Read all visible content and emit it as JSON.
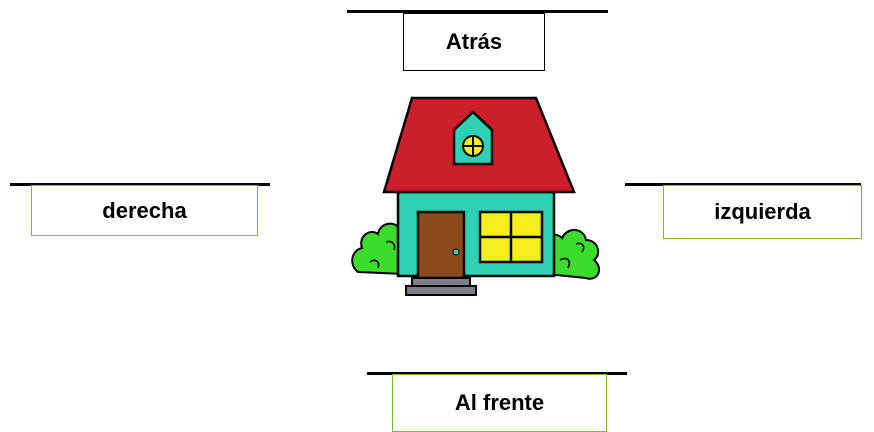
{
  "labels": {
    "top": "Atrás",
    "left": "derecha",
    "right": "izquierda",
    "bottom": "Al frente"
  },
  "colors": {
    "roof": "#cc1f2b",
    "wall": "#2ed1b4",
    "door": "#8a4a1c",
    "window": "#f6ee1e",
    "bush": "#3ddb2b",
    "steps": "#7d7e86",
    "box_border_green": "#7dbb3a"
  },
  "image": {
    "subject": "house-illustration"
  }
}
